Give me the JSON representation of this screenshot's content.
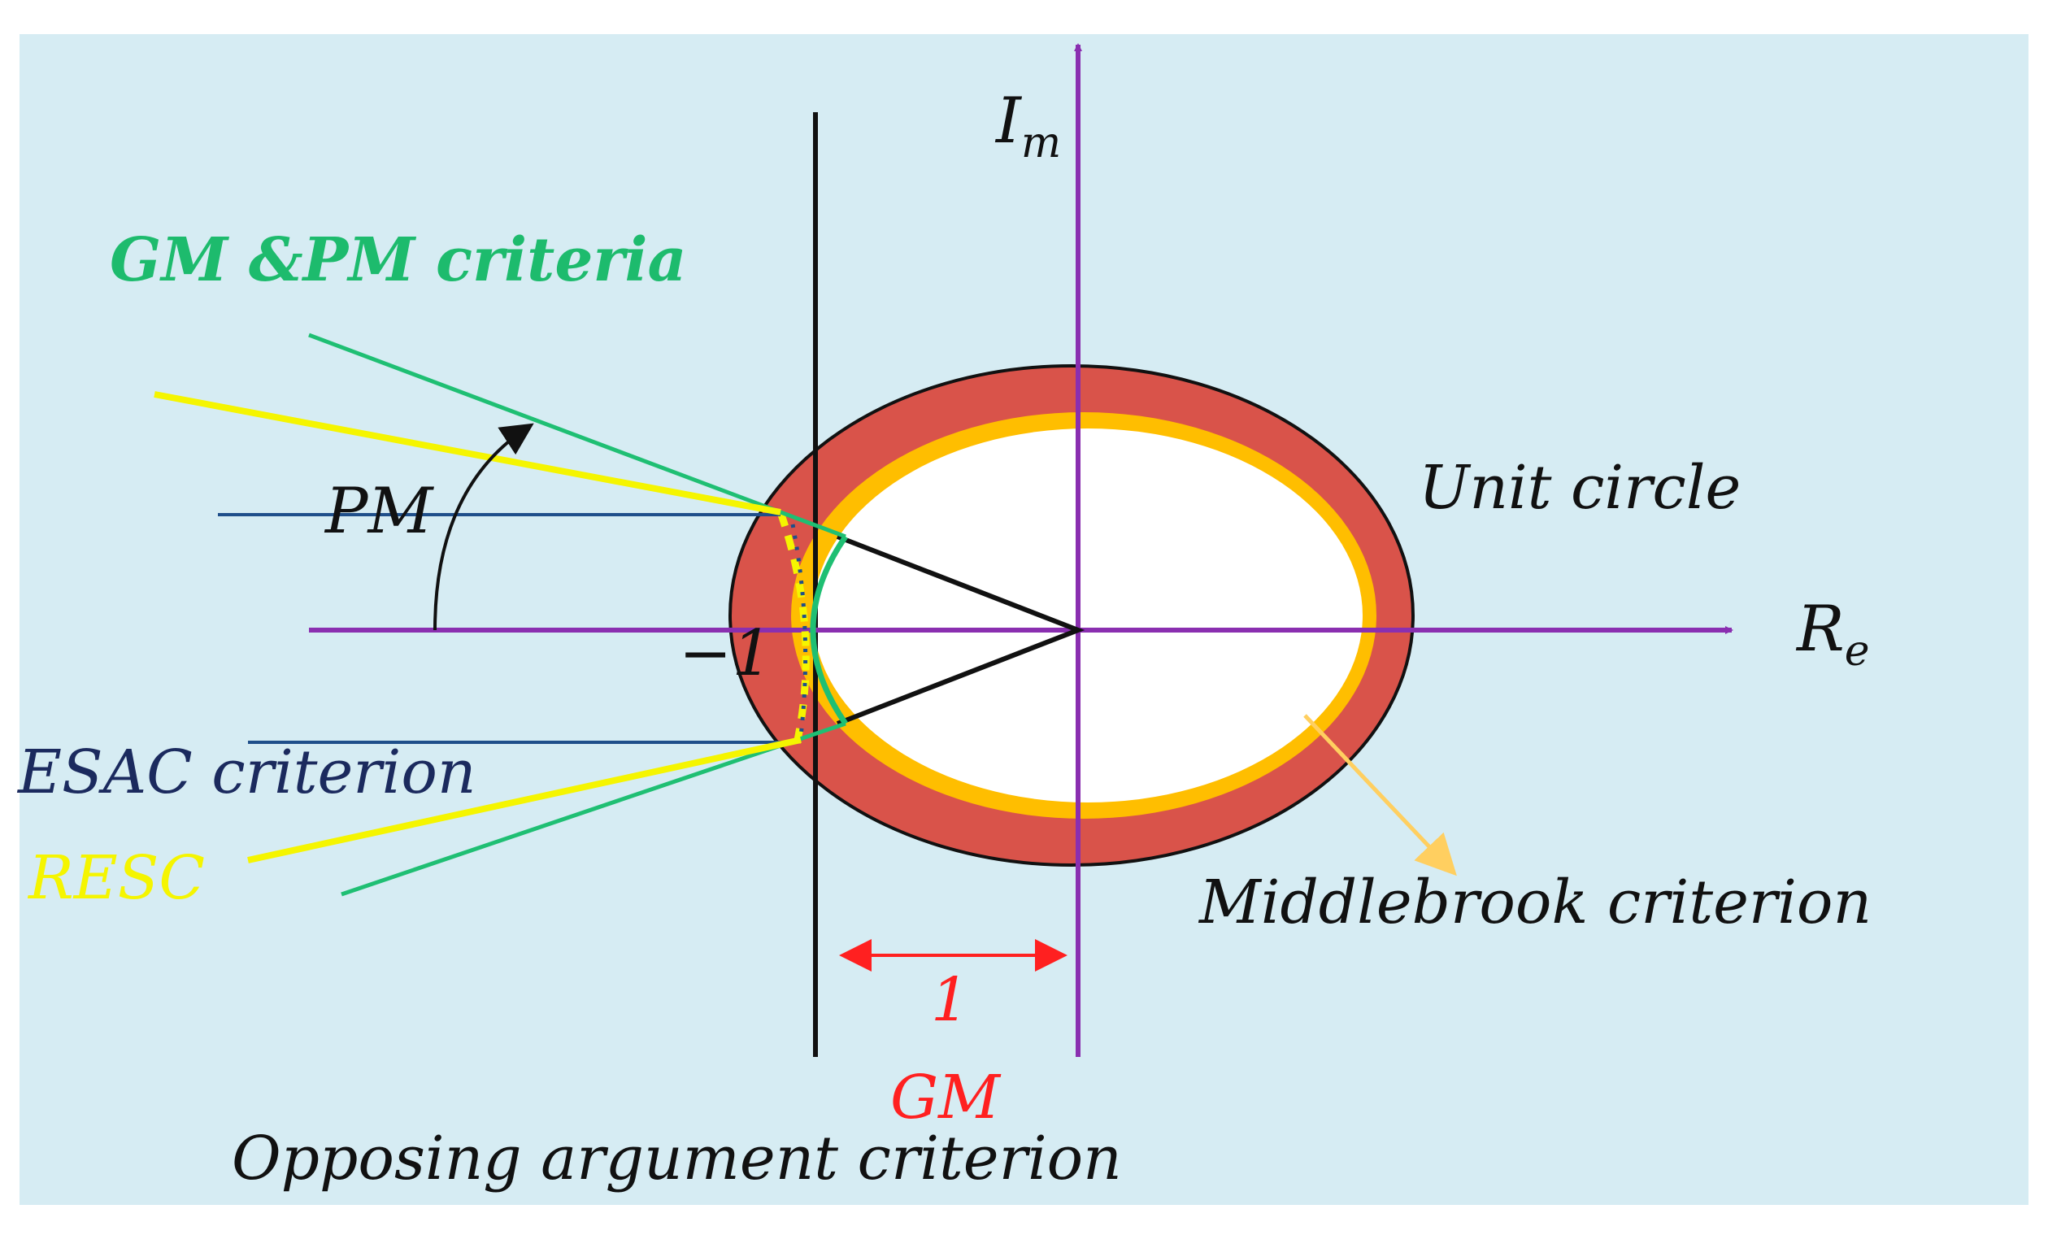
{
  "diagram": {
    "background_color": "#d6ecf3",
    "labels": {
      "im_axis": "I",
      "im_sub": "m",
      "re_axis": "R",
      "re_sub": "e",
      "gm_pm_criteria": "GM &PM criteria",
      "pm": "PM",
      "unit_circle": "Unit circle",
      "minus_one": "−1",
      "esac_criterion": "ESAC criterion",
      "resc": "RESC",
      "middlebrook_criterion": "Middlebrook criterion",
      "unit_length": "1",
      "gm": "GM",
      "opposing_argument_criterion": "Opposing argument criterion"
    },
    "colors": {
      "axes": "#8a2fb0",
      "gm_pm_lines": "#1fbf73",
      "resc_lines": "#f5f500",
      "esac_lines": "#1f4f8a",
      "outer_ring": "#d9534a",
      "middle_ring": "#ffbe00",
      "inner_region": "#ffffff",
      "gm_arrow": "#ff2020",
      "middlebrook_arrow": "#ffcf60",
      "text_dark": "#111111",
      "text_navy": "#1b2a5e",
      "text_green": "#1dbb6d",
      "text_yellow": "#f5f500",
      "text_red": "#ff2020"
    }
  }
}
